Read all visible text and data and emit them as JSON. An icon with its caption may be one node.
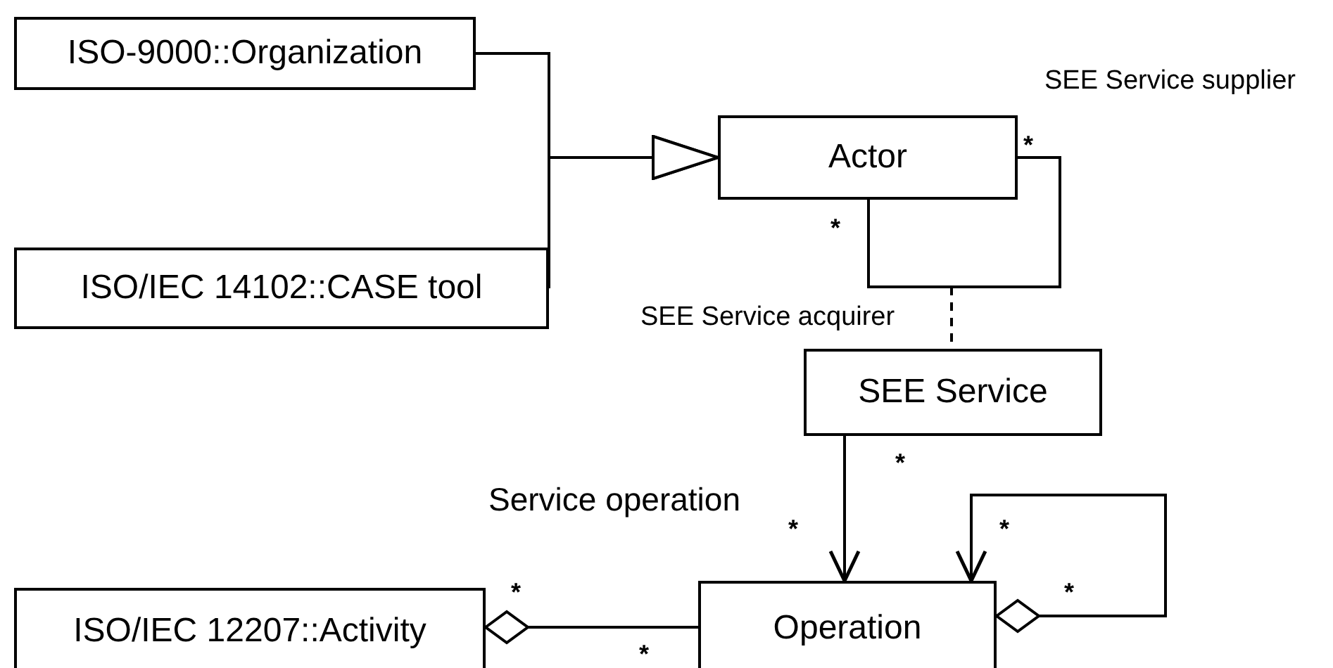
{
  "diagram": {
    "nodes": [
      {
        "text": [
          "ISO-9000::Organization"
        ]
      },
      {
        "text": [
          "ISO/IEC 14102::CASE tool"
        ]
      },
      {
        "text": [
          "Actor"
        ]
      },
      {
        "text": [
          "SEE Service"
        ]
      },
      {
        "text": [
          "ISO/IEC 12207::Activity"
        ]
      },
      {
        "text": [
          "Operation"
        ]
      }
    ],
    "edges": [
      {
        "from": 0,
        "to": 2,
        "arrow": "to"
      },
      {
        "from": 1,
        "to": 2,
        "arrow": "to"
      },
      {
        "from": 2,
        "to": 2,
        "arrow": "none"
      },
      {
        "from": null,
        "to": 3,
        "arrow": "none",
        "style": "dashed"
      },
      {
        "from": 3,
        "to": 5,
        "arrow": "to"
      },
      {
        "from": 5,
        "to": 5,
        "arrow": "to"
      },
      {
        "from": 4,
        "to": 5,
        "arrow": "other"
      }
    ],
    "labels": [
      "SEE Service supplier",
      "*",
      "*",
      "SEE Service acquirer",
      "*",
      "Service operation",
      "*",
      "*",
      "*",
      "*",
      "*"
    ]
  }
}
